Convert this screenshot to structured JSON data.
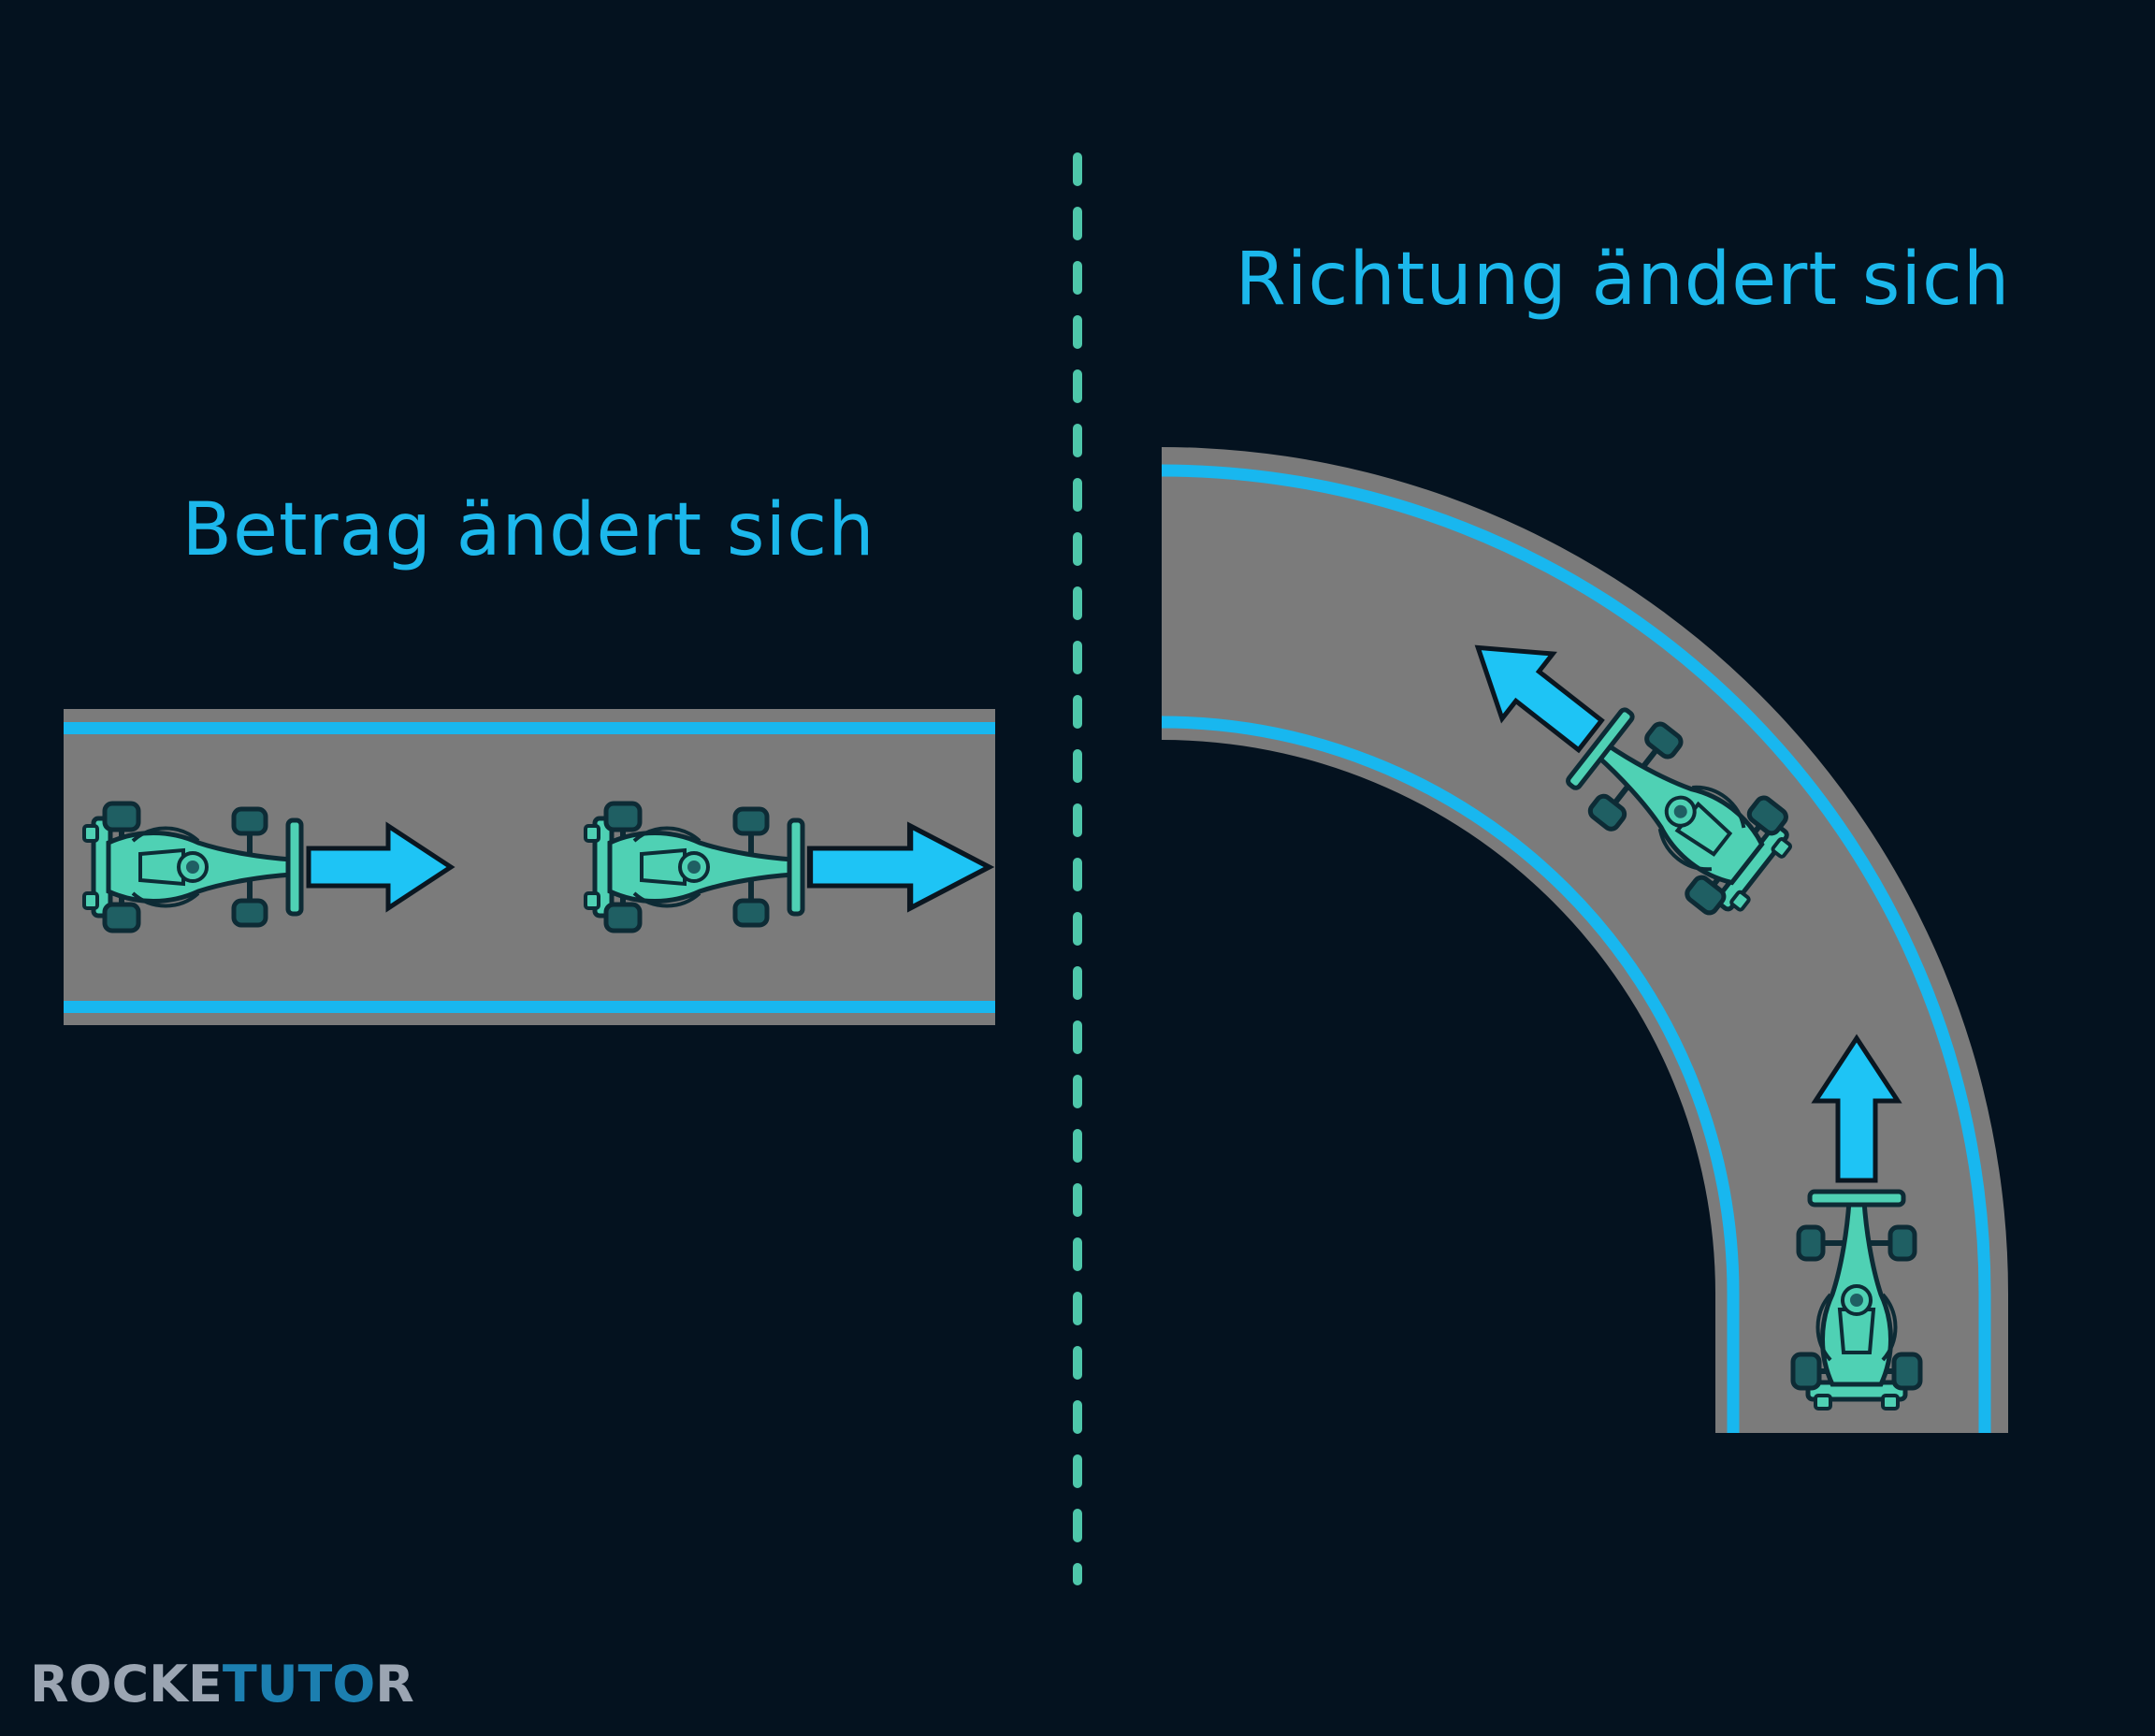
{
  "left_panel": {
    "title": "Betrag ändert sich"
  },
  "right_panel": {
    "title": "Richtung ändert sich"
  },
  "brand": {
    "part1": "ROCKE",
    "part2": "TUTO",
    "part3": "R"
  },
  "colors": {
    "background": "#04121f",
    "road": "#7b7b7b",
    "lane_line": "#18b7ef",
    "car_body": "#4fd1b4",
    "car_outline": "#0d2b35",
    "arrow": "#1ec4f5",
    "divider": "#4ec7aa",
    "label": "#1cb8ec"
  },
  "icons": [
    "race-car-icon",
    "arrow-icon"
  ]
}
